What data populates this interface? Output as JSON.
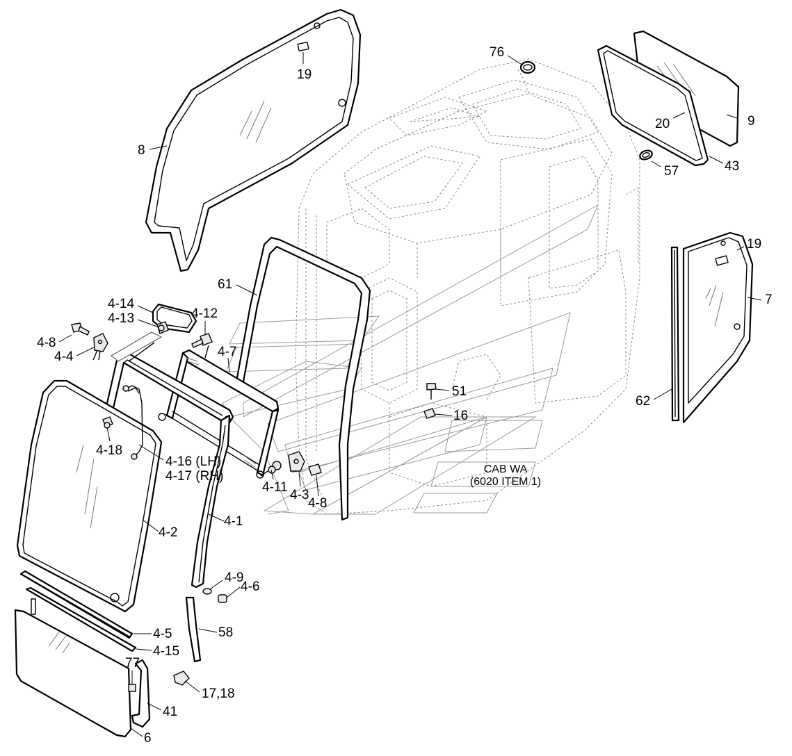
{
  "labels": {
    "p8": "8",
    "p19_top": "19",
    "p76": "76",
    "p9": "9",
    "p20": "20",
    "p43": "43",
    "p57": "57",
    "p19_right": "19",
    "p7": "7",
    "p62": "62",
    "p61": "61",
    "p4_14": "4-14",
    "p4_13": "4-13",
    "p4_12": "4-12",
    "p4_8_top": "4-8",
    "p4_4": "4-4",
    "p4_7": "4-7",
    "p51": "51",
    "p16": "16",
    "p4_18": "4-18",
    "p4_16": "4-16 (LH)",
    "p4_17": "4-17 (RH)",
    "p4_11": "4-11",
    "p4_3": "4-3",
    "p4_8_bottom": "4-8",
    "p4_1": "4-1",
    "p4_2": "4-2",
    "p4_9": "4-9",
    "p4_6": "4-6",
    "p58": "58",
    "p4_5": "4-5",
    "p4_15": "4-15",
    "p77": "77",
    "p17_18": "17,18",
    "p41": "41",
    "p6": "6"
  },
  "cab_note": {
    "line1": "CAB WA",
    "line2": "(6020 ITEM 1)"
  }
}
